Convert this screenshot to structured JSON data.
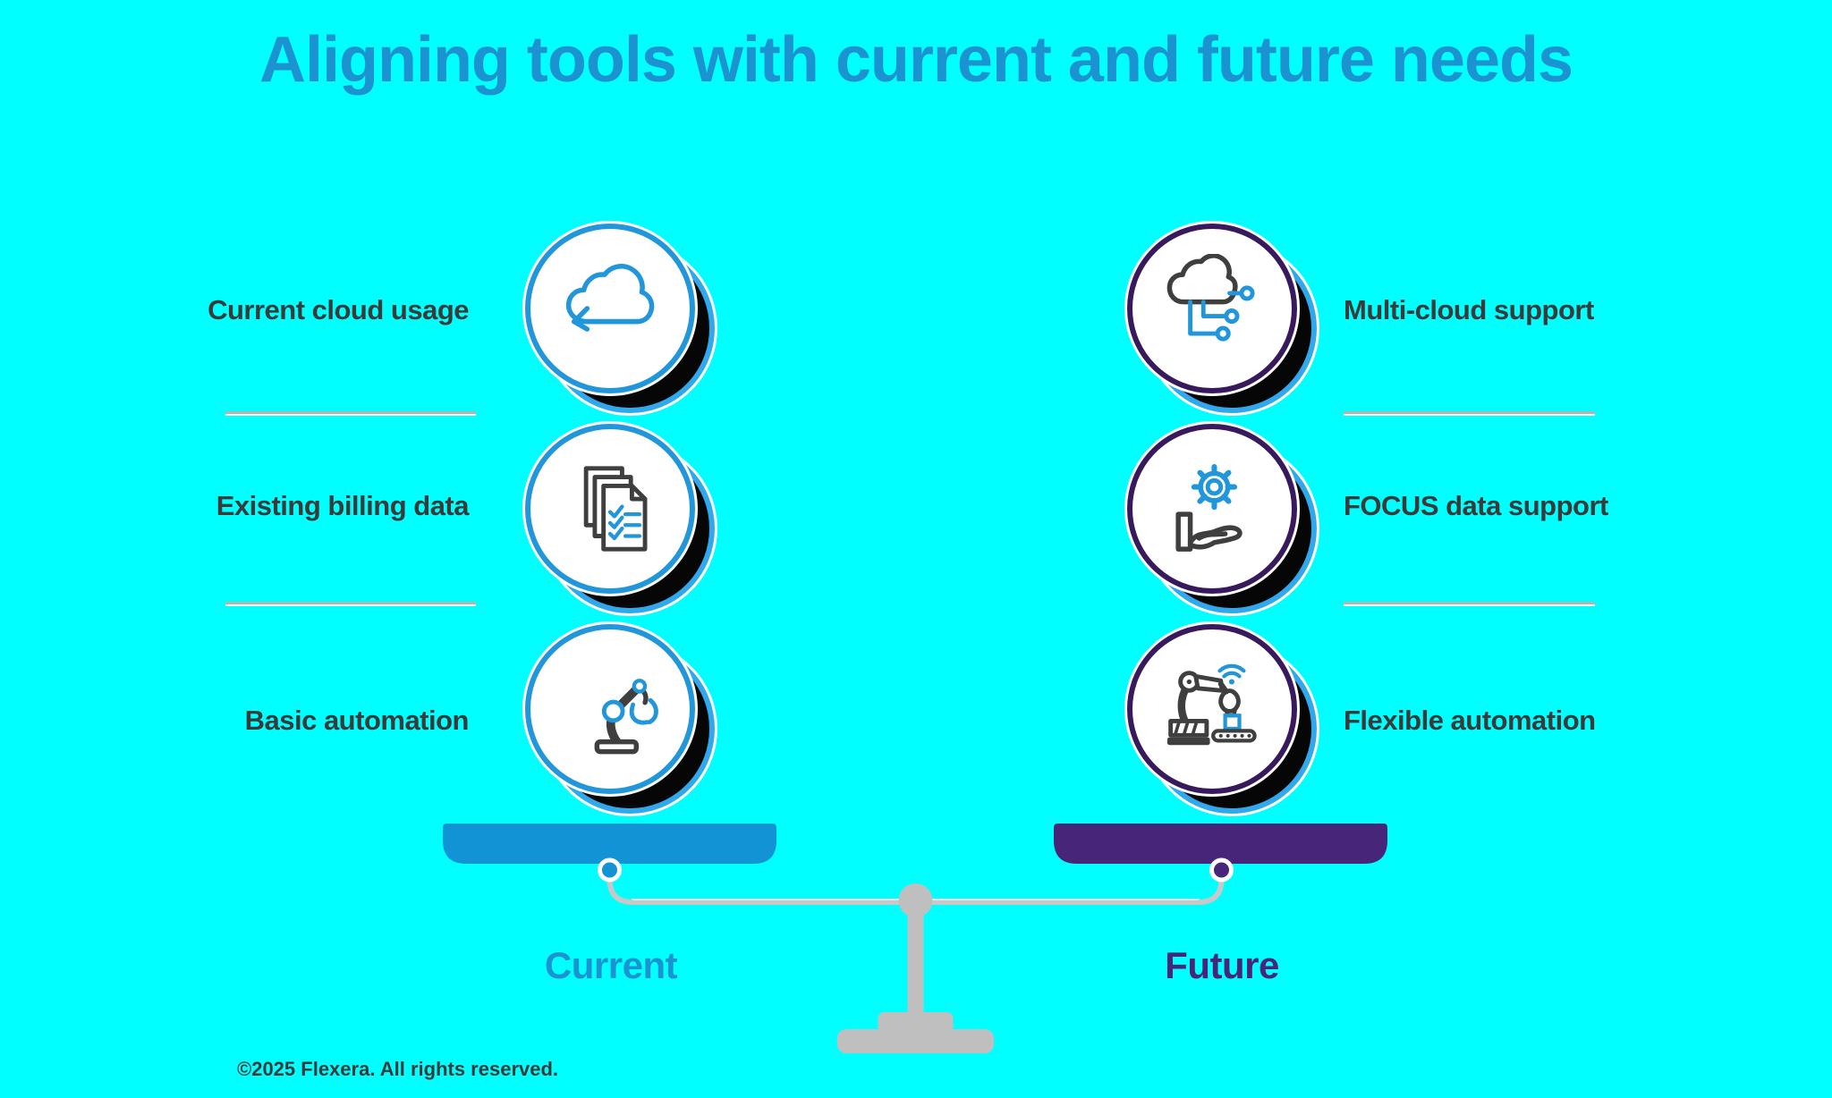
{
  "title": "Aligning tools with current and future needs",
  "footer": "©2025 Flexera. All rights reserved.",
  "colors": {
    "background": "#00FFFF",
    "title_blue": "#1B93D1",
    "current_blue": "#1193D6",
    "future_purple": "#472579",
    "ring_blue": "#2196DB",
    "ring_purple": "#381A5C",
    "shadow_ring_blue": "#2FA8EC",
    "shadow_black": "#060606",
    "icon_blue": "#2196DB",
    "icon_dark": "#3F3F3F",
    "text_dark": "#3A3A3A",
    "divider_gray": "#B3B3B3",
    "stand_gray": "#BFBFBF",
    "beam_gray": "#C8C8C8"
  },
  "left_column": {
    "side_label": "Current",
    "items": [
      {
        "label": "Current cloud usage",
        "icon": "cloud-refresh-icon"
      },
      {
        "label": "Existing billing data",
        "icon": "billing-documents-icon"
      },
      {
        "label": "Basic automation",
        "icon": "robot-arm-icon"
      }
    ]
  },
  "right_column": {
    "side_label": "Future",
    "items": [
      {
        "label": "Multi-cloud support",
        "icon": "multi-cloud-network-icon"
      },
      {
        "label": "FOCUS data support",
        "icon": "gear-in-hand-icon"
      },
      {
        "label": "Flexible automation",
        "icon": "smart-robot-wifi-icon"
      }
    ]
  }
}
